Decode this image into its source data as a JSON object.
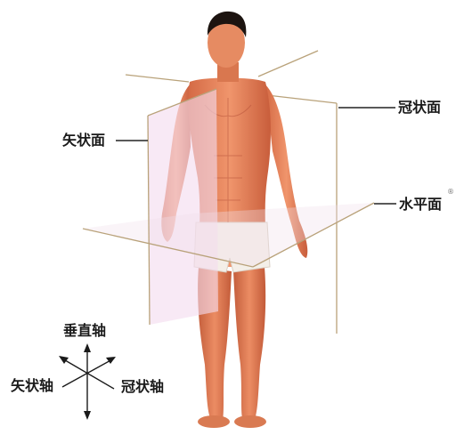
{
  "planes": {
    "sagittal": "矢状面",
    "coronal": "冠状面",
    "horizontal": "水平面"
  },
  "axes": {
    "vertical": "垂直轴",
    "sagittal": "矢状轴",
    "coronal": "冠状轴"
  },
  "marks": {
    "registered": "®"
  },
  "colors": {
    "skin": "#e8855e",
    "skin_shadow": "#c9603f",
    "hair": "#1c1410",
    "plane_fill": "#f3dcef",
    "plane_line": "#b9a27a",
    "leader_line": "#222222"
  }
}
